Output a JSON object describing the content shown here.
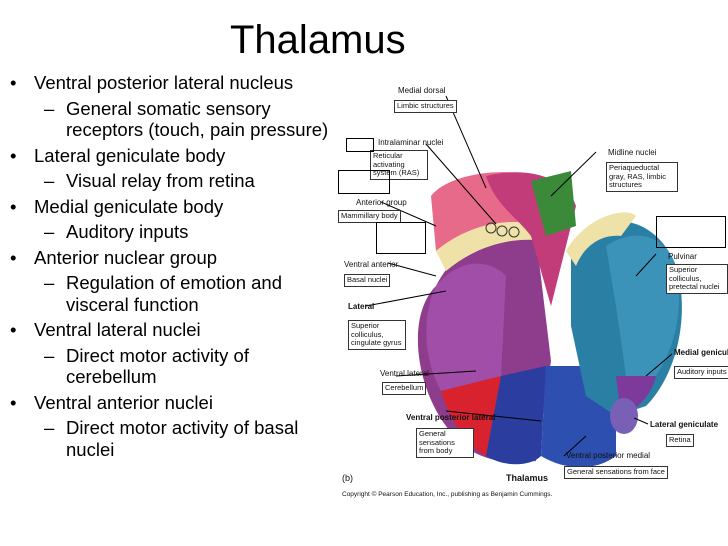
{
  "title": "Thalamus",
  "bullets": [
    {
      "main": "Ventral posterior lateral nucleus",
      "sub": "General somatic sensory receptors (touch, pain pressure)"
    },
    {
      "main": "Lateral geniculate body",
      "sub": "Visual relay from retina"
    },
    {
      "main": "Medial geniculate body",
      "sub": "Auditory inputs"
    },
    {
      "main": "Anterior nuclear group",
      "sub": "Regulation of emotion and visceral function"
    },
    {
      "main": "Ventral lateral nuclei",
      "sub": "Direct motor activity of cerebellum"
    },
    {
      "main": "Ventral anterior nuclei",
      "sub": "Direct motor activity of basal nuclei"
    }
  ],
  "figure": {
    "labels": {
      "medial_dorsal": "Medial dorsal",
      "limbic_structures": "Limbic structures",
      "intralaminar": "Intralaminar nuclei",
      "reticular": "Reticular activating system (RAS)",
      "anterior_group": "Anterior group",
      "mammillary": "Mammillary body",
      "ventral_anterior": "Ventral anterior",
      "basal_nuclei": "Basal nuclei",
      "lateral": "Lateral",
      "superior_cingulate": "Superior colliculus, cingulate gyrus",
      "ventral_lateral": "Ventral lateral",
      "cerebellum": "Cerebellum",
      "vpl": "Ventral posterior lateral",
      "general_body": "General sensations from body",
      "midline": "Midline nuclei",
      "periaqueductal": "Periaqueductal gray, RAS, limbic structures",
      "pulvinar": "Pulvinar",
      "superior_pretectal": "Superior colliculus, pretectal nuclei",
      "medial_geniculate": "Medial geniculate",
      "auditory_inputs": "Auditory inputs",
      "lateral_geniculate": "Lateral geniculate",
      "retina": "Retina",
      "vpm": "Ventral posterior medial",
      "general_face": "General sensations from face",
      "panel_letter": "(b)",
      "caption": "Thalamus",
      "copyright": "Copyright © Pearson Education, Inc., publishing as Benjamin Cummings."
    }
  }
}
